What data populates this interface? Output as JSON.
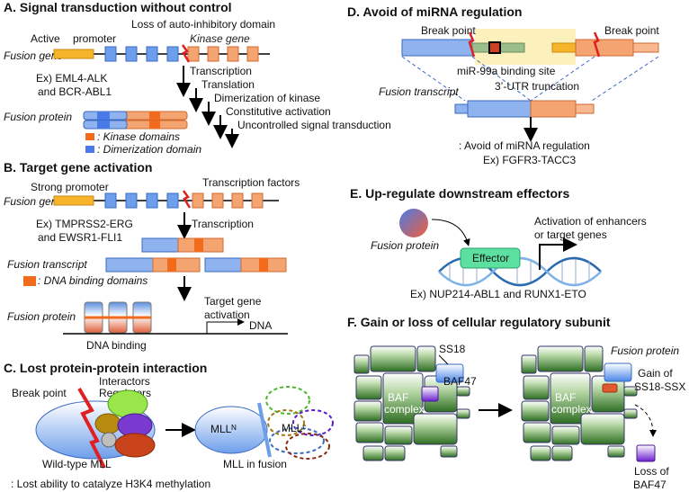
{
  "panelA": {
    "title": "A. Signal transduction without control",
    "loss_label": "Loss of auto-inhibitory domain",
    "active_label": "Active",
    "promoter_label": "promoter",
    "kinase_gene_label": "Kinase gene",
    "fusion_gene_label": "Fusion gene",
    "example_line1": "Ex) EML4-ALK",
    "example_line2": "and BCR-ABL1",
    "steps": [
      "Transcription",
      "Translation",
      "Dimerization of kinase",
      "Constitutive activation",
      "Uncontrolled signal transduction"
    ],
    "fusion_protein_label": "Fusion protein",
    "legend_kinase": ": Kinase domains",
    "legend_dimer": ": Dimerization domain"
  },
  "panelB": {
    "title": "B. Target gene activation",
    "strong_promoter": "Strong promoter",
    "tf_label": "Transcription factors",
    "fusion_gene_label": "Fusion gene",
    "example_line1": "Ex) TMPRSS2-ERG",
    "example_line2": "and EWSR1-FLI1",
    "transcription": "Transcription",
    "fusion_transcript_label": "Fusion transcript",
    "legend_dna": ": DNA binding domains",
    "fusion_protein_label": "Fusion protein",
    "target_line1": "Target gene",
    "target_line2": "activation",
    "dna_label": "DNA",
    "dna_binding": "DNA binding"
  },
  "panelC": {
    "title": "C. Lost protein-protein interaction",
    "break_point": "Break point",
    "interactors": "Interactors",
    "regulators": "Regulators",
    "wildtype": "Wild-type MLL",
    "mlln": "MLLᴺ",
    "mllc": "MLLᶜ",
    "mll_fusion": "MLL in fusion",
    "footer": ": Lost ability to catalyze H3K4 methylation"
  },
  "panelD": {
    "title": "D. Avoid of miRNA regulation",
    "break_point_left": "Break point",
    "break_point_right": "Break point",
    "mir_site": "miR-99a binding site",
    "utr_trunc": "3’-UTR truncation",
    "fusion_transcript_label": "Fusion transcript",
    "result": ": Avoid of miRNA regulation",
    "example": "Ex) FGFR3-TACC3"
  },
  "panelE": {
    "title": "E. Up-regulate downstream effectors",
    "fusion_protein_label": "Fusion protein",
    "effector": "Effector",
    "activation_line1": "Activation of enhancers",
    "activation_line2": "or target genes",
    "example": "Ex) NUP214-ABL1 and RUNX1-ETO"
  },
  "panelF": {
    "title": "F. Gain or loss of cellular regulatory subunit",
    "ss18": "SS18",
    "baf47": "BAF47",
    "baf_line1": "BAF",
    "baf_line2": "complex",
    "fusion_protein_label": "Fusion protein",
    "gain_line1": "Gain of",
    "gain_line2": "SS18-SSX",
    "loss_line1": "Loss of",
    "loss_line2": "BAF47"
  },
  "colors": {
    "blue": "#6d9eeb",
    "orange": "#f4a470",
    "dark_orange": "#f26b1d",
    "yellow": "#f6b42a",
    "green_dark": "#3a7a2a",
    "purple": "#7a2fd0"
  }
}
